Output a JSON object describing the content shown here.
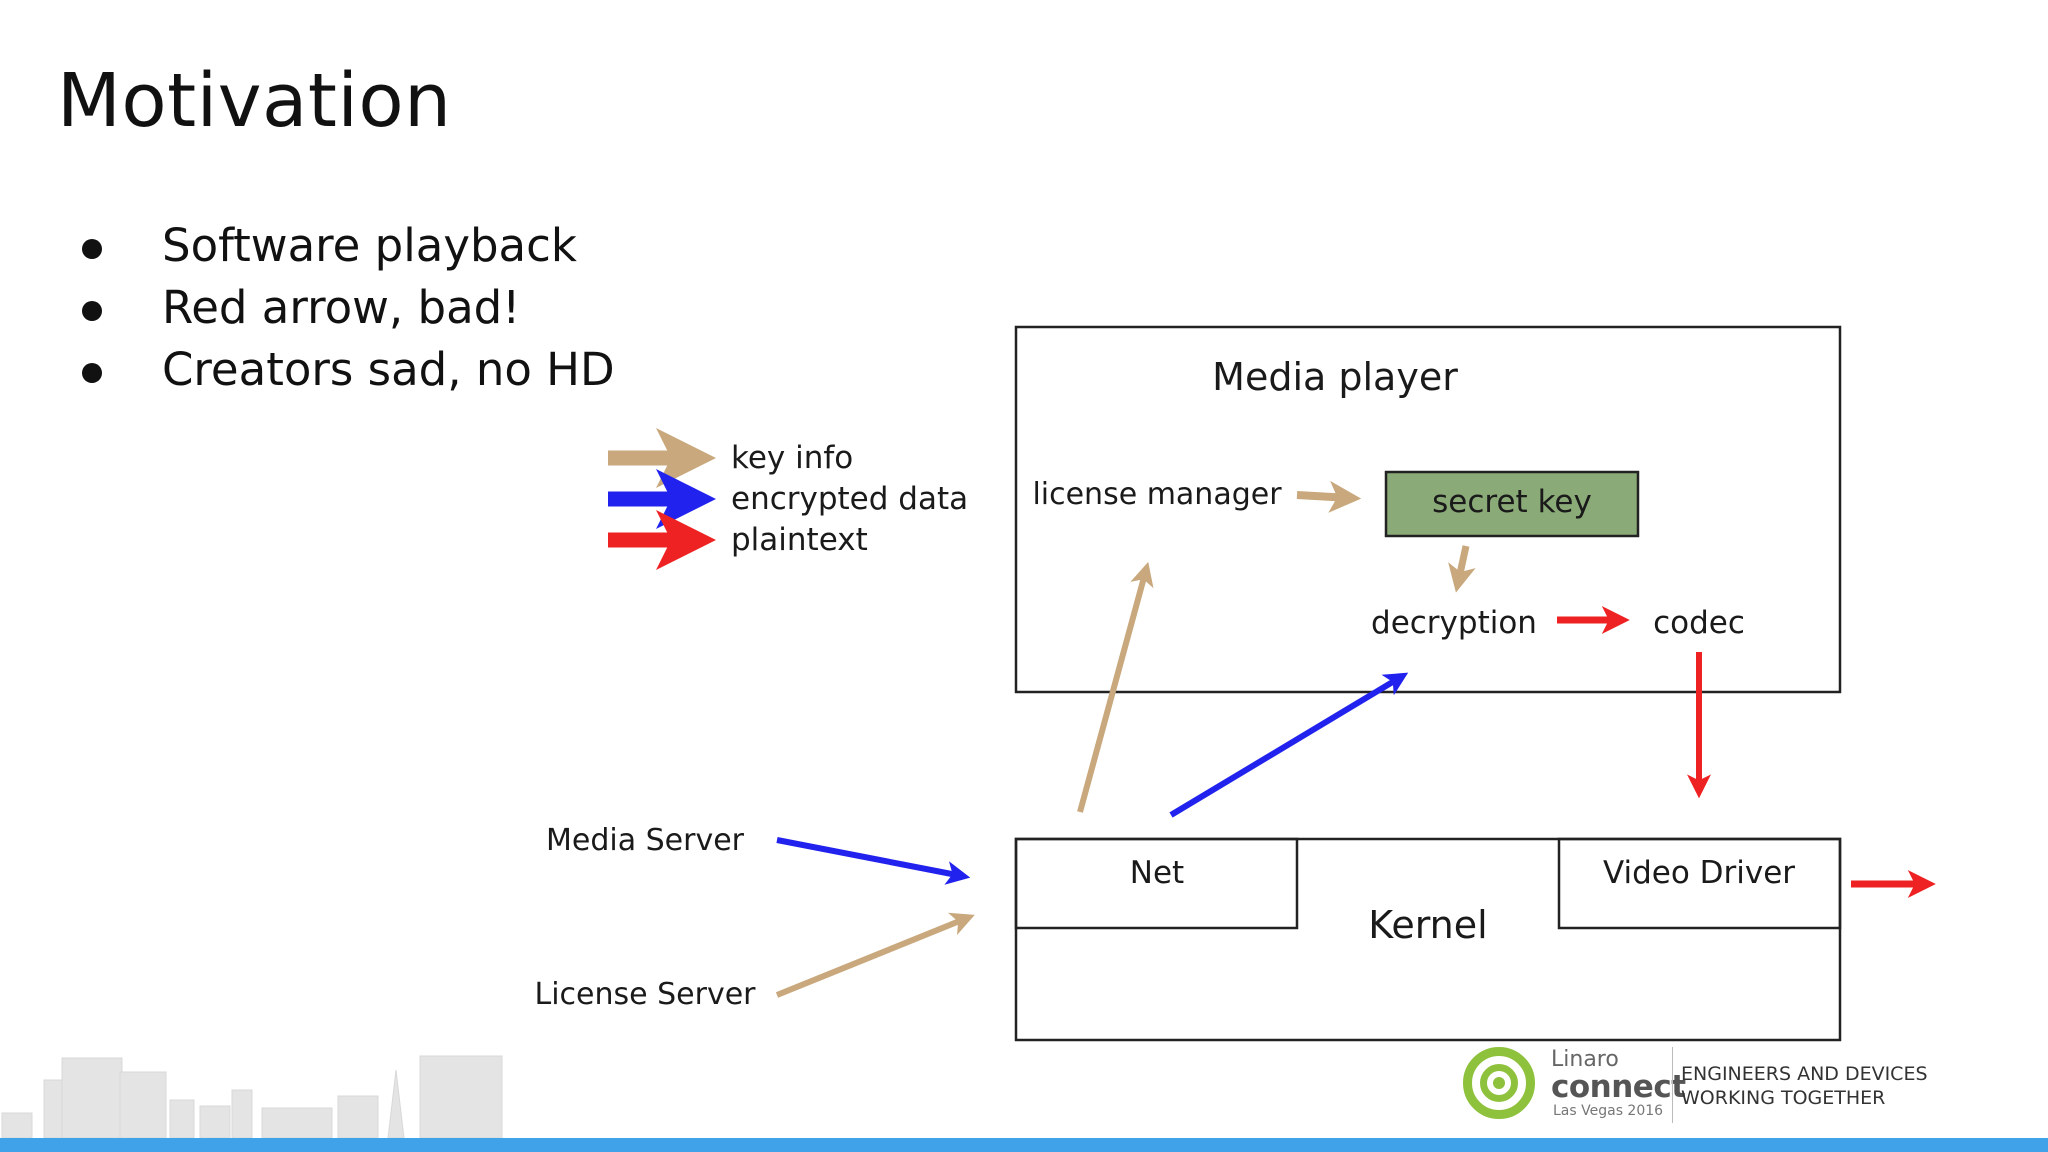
{
  "slide": {
    "title": "Motivation",
    "bullets": [
      "Software playback",
      "Red arrow, bad!",
      "Creators sad, no HD"
    ]
  },
  "legend": {
    "items": [
      {
        "label": "key info",
        "color": "#c8a87c"
      },
      {
        "label": "encrypted data",
        "color": "#2222ee"
      },
      {
        "label": "plaintext",
        "color": "#ee2222"
      }
    ]
  },
  "diagram": {
    "media_player": {
      "title": "Media player",
      "license_manager": "license manager",
      "secret_key": "secret key",
      "decryption": "decryption",
      "codec": "codec"
    },
    "kernel": {
      "title": "Kernel",
      "net": "Net",
      "video_driver": "Video Driver"
    },
    "media_server": "Media Server",
    "license_server": "License Server"
  },
  "colors": {
    "key_info": "#c8a87c",
    "encrypted": "#2222ee",
    "plaintext": "#ee2222",
    "secret_key_fill": "#8aaa78",
    "footer_bar": "#40a2e8",
    "brand_green": "#8ec13c"
  },
  "footer": {
    "brand_line1": "Linaro",
    "brand_line2": "connect",
    "brand_line3": "Las Vegas 2016",
    "tagline1": "ENGINEERS AND DEVICES",
    "tagline2": "WORKING TOGETHER"
  }
}
